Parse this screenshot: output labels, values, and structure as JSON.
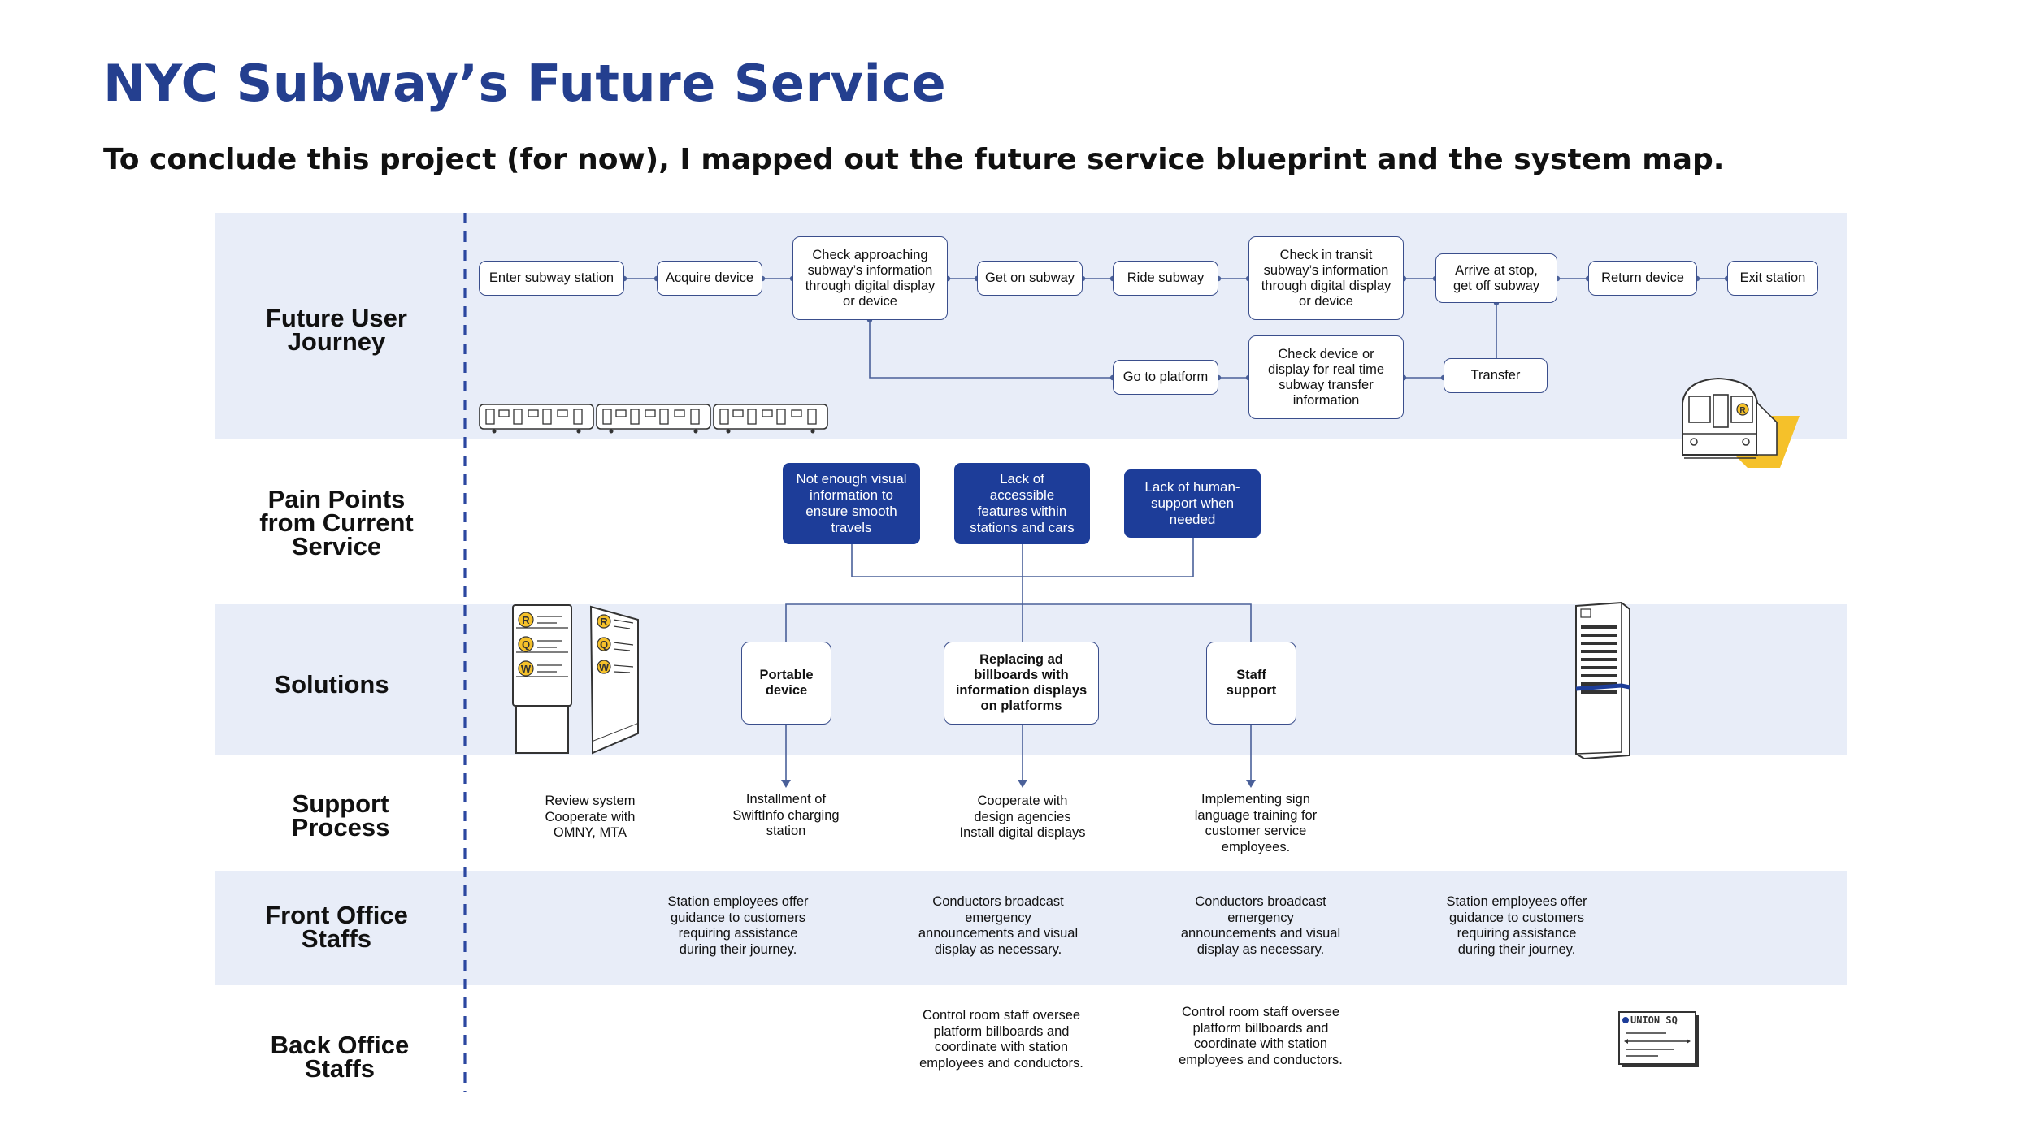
{
  "title": "NYC Subway’s Future Service",
  "subtitle": "To conclude this project (for now), I mapped out the future service blueprint and the system map.",
  "lanes": {
    "journey": [
      "Future User",
      "Journey"
    ],
    "pain": [
      "Pain Points",
      "from Current",
      "Service"
    ],
    "solutions": [
      "Solutions"
    ],
    "support": [
      "Support",
      "Process"
    ],
    "front": [
      "Front Office",
      "Staffs"
    ],
    "back": [
      "Back Office",
      "Staffs"
    ]
  },
  "journey_steps": {
    "enter": [
      "Enter subway station"
    ],
    "acquire": [
      "Acquire device"
    ],
    "check_approach": [
      "Check approaching",
      "subway’s information",
      "through digital display",
      "or device"
    ],
    "get_on": [
      "Get on subway"
    ],
    "ride": [
      "Ride subway"
    ],
    "check_transit": [
      "Check in transit",
      "subway’s information",
      "through digital display",
      "or device"
    ],
    "arrive": [
      "Arrive at stop,",
      "get off subway"
    ],
    "return": [
      "Return device"
    ],
    "exit": [
      "Exit station"
    ],
    "go_platform": [
      "Go to platform"
    ],
    "check_device": [
      "Check device or",
      "display for real time",
      "subway transfer",
      "information"
    ],
    "transfer": [
      "Transfer"
    ]
  },
  "pain_points": [
    [
      "Not enough visual",
      "information to",
      "ensure smooth",
      "travels"
    ],
    [
      "Lack of",
      "accessible",
      "features within",
      "stations and cars"
    ],
    [
      "Lack of human-",
      "support when",
      "needed"
    ]
  ],
  "solutions": [
    [
      "Portable",
      "device"
    ],
    [
      "Replacing ad",
      "billboards with",
      "information displays",
      "on platforms"
    ],
    [
      "Staff",
      "support"
    ]
  ],
  "support_notes": [
    [
      "Review system",
      "Cooperate with",
      "OMNY, MTA"
    ],
    [
      "Installment of",
      "SwiftInfo charging",
      "station"
    ],
    [
      "Cooperate with",
      "design agencies",
      "Install digital displays"
    ],
    [
      "Implementing sign",
      "language training for",
      "customer service",
      "employees."
    ]
  ],
  "front_notes": [
    [
      "Station employees offer",
      "guidance to customers",
      "requiring assistance",
      "during their journey."
    ],
    [
      "Conductors broadcast",
      "emergency",
      "announcements and visual",
      "display as necessary."
    ],
    [
      "Conductors broadcast",
      "emergency",
      "announcements and visual",
      "display as necessary."
    ],
    [
      "Station employees offer",
      "guidance to customers",
      "requiring assistance",
      "during their journey."
    ]
  ],
  "back_notes": [
    [
      "Control room staff oversee",
      "platform billboards and",
      "coordinate with station",
      "employees and conductors."
    ],
    [
      "Control room staff oversee",
      "platform billboards and",
      "coordinate with station",
      "employees and conductors."
    ]
  ],
  "illustrations": {
    "kiosk_letters": [
      "R",
      "Q",
      "W"
    ],
    "train_badge": "R",
    "sign_text": "UNION SQ"
  },
  "colors": {
    "title": "#243f8f",
    "band": "#e8edf8",
    "pain_fill": "#1d3d99",
    "line": "#4a6099",
    "accent_yellow": "#f5c12a"
  }
}
